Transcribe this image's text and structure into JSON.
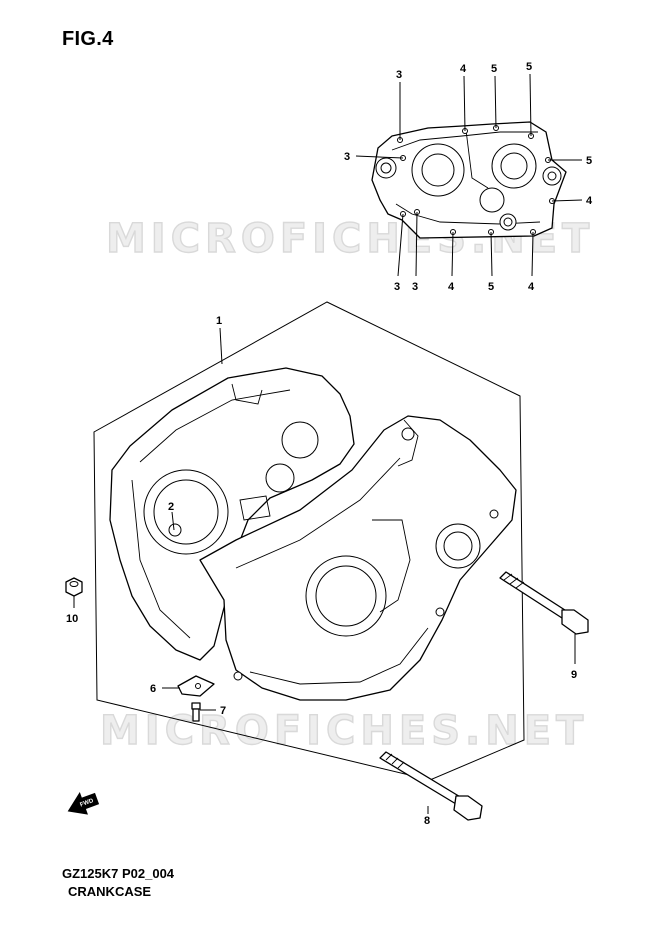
{
  "figure": {
    "title": "FIG.4",
    "code": "GZ125K7 P02_004",
    "caption": "CRANKCASE"
  },
  "watermark": "MICROFICHES.NET",
  "fwd_label": "FWD",
  "callouts": {
    "c1": "1",
    "c2": "2",
    "c6": "6",
    "c7": "7",
    "c8": "8",
    "c9": "9",
    "c10": "10",
    "t1": "3",
    "t2": "4",
    "t3": "5",
    "t4": "5",
    "r1": "3",
    "r2": "5",
    "r3": "4",
    "b1": "3",
    "b2": "3",
    "b3": "4",
    "b4": "5",
    "b5": "4"
  }
}
